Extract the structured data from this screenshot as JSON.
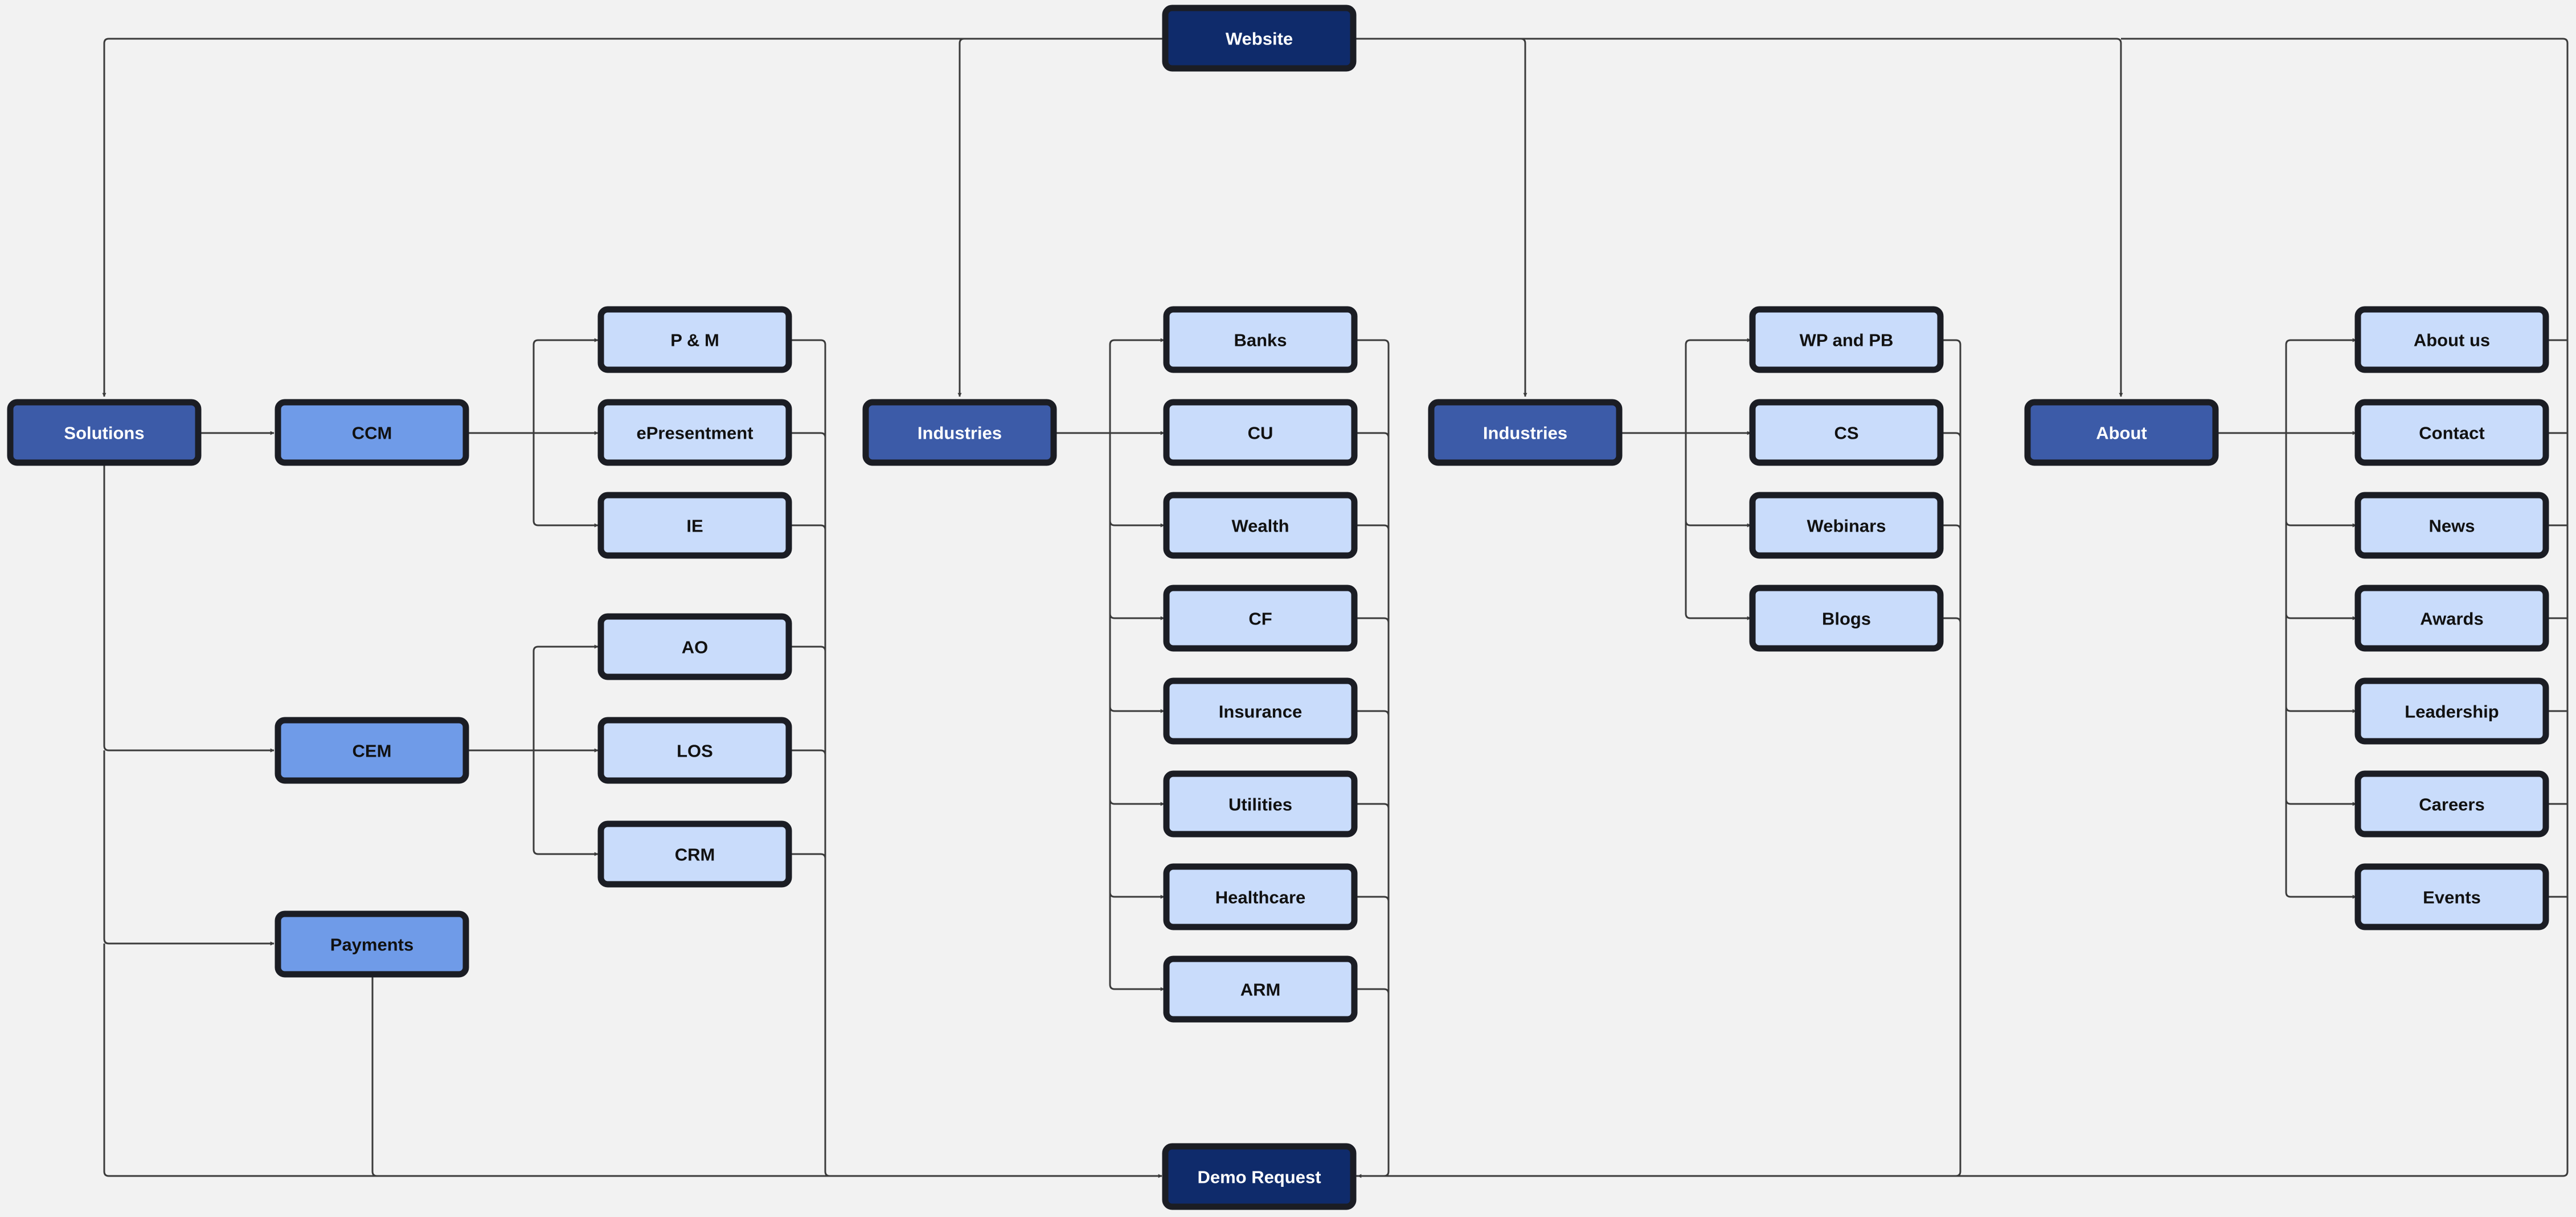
{
  "colors": {
    "background": "#f2f2f2",
    "root": "#0f2b6b",
    "category": "#3c5ba8",
    "subcategory": "#6f9be8",
    "leaf": "#c9dcfb",
    "border": "#1b1d24",
    "connector": "#3b3b3b",
    "text_dark": "#111111",
    "text_light": "#ffffff"
  },
  "nodes": {
    "website": {
      "label": "Website",
      "level": "root"
    },
    "demo_request": {
      "label": "Demo Request",
      "level": "root"
    },
    "solutions": {
      "label": "Solutions",
      "level": "category"
    },
    "industries_1": {
      "label": "Industries",
      "level": "category"
    },
    "industries_2": {
      "label": "Industries",
      "level": "category"
    },
    "about": {
      "label": "About",
      "level": "category"
    },
    "ccm": {
      "label": "CCM",
      "level": "subcategory"
    },
    "cem": {
      "label": "CEM",
      "level": "subcategory"
    },
    "payments": {
      "label": "Payments",
      "level": "subcategory"
    },
    "pm": {
      "label": "P & M",
      "level": "leaf"
    },
    "epresentment": {
      "label": "ePresentment",
      "level": "leaf"
    },
    "ie": {
      "label": "IE",
      "level": "leaf"
    },
    "ao": {
      "label": "AO",
      "level": "leaf"
    },
    "los": {
      "label": "LOS",
      "level": "leaf"
    },
    "crm": {
      "label": "CRM",
      "level": "leaf"
    },
    "banks": {
      "label": "Banks",
      "level": "leaf"
    },
    "cu": {
      "label": "CU",
      "level": "leaf"
    },
    "wealth": {
      "label": "Wealth",
      "level": "leaf"
    },
    "cf": {
      "label": "CF",
      "level": "leaf"
    },
    "insurance": {
      "label": "Insurance",
      "level": "leaf"
    },
    "utilities": {
      "label": "Utilities",
      "level": "leaf"
    },
    "healthcare": {
      "label": "Healthcare",
      "level": "leaf"
    },
    "arm": {
      "label": "ARM",
      "level": "leaf"
    },
    "wp_and_pb": {
      "label": "WP and PB",
      "level": "leaf"
    },
    "cs": {
      "label": "CS",
      "level": "leaf"
    },
    "webinars": {
      "label": "Webinars",
      "level": "leaf"
    },
    "blogs": {
      "label": "Blogs",
      "level": "leaf"
    },
    "about_us": {
      "label": "About us",
      "level": "leaf"
    },
    "contact": {
      "label": "Contact",
      "level": "leaf"
    },
    "news": {
      "label": "News",
      "level": "leaf"
    },
    "awards": {
      "label": "Awards",
      "level": "leaf"
    },
    "leadership": {
      "label": "Leadership",
      "level": "leaf"
    },
    "careers": {
      "label": "Careers",
      "level": "leaf"
    },
    "events": {
      "label": "Events",
      "level": "leaf"
    }
  },
  "edges": [
    [
      "website",
      "solutions"
    ],
    [
      "website",
      "industries_1"
    ],
    [
      "website",
      "industries_2"
    ],
    [
      "website",
      "about"
    ],
    [
      "solutions",
      "ccm"
    ],
    [
      "solutions",
      "cem"
    ],
    [
      "solutions",
      "payments"
    ],
    [
      "ccm",
      "pm"
    ],
    [
      "ccm",
      "epresentment"
    ],
    [
      "ccm",
      "ie"
    ],
    [
      "cem",
      "ao"
    ],
    [
      "cem",
      "los"
    ],
    [
      "cem",
      "crm"
    ],
    [
      "industries_1",
      "banks"
    ],
    [
      "industries_1",
      "cu"
    ],
    [
      "industries_1",
      "wealth"
    ],
    [
      "industries_1",
      "cf"
    ],
    [
      "industries_1",
      "insurance"
    ],
    [
      "industries_1",
      "utilities"
    ],
    [
      "industries_1",
      "healthcare"
    ],
    [
      "industries_1",
      "arm"
    ],
    [
      "industries_2",
      "wp_and_pb"
    ],
    [
      "industries_2",
      "cs"
    ],
    [
      "industries_2",
      "webinars"
    ],
    [
      "industries_2",
      "blogs"
    ],
    [
      "about",
      "about_us"
    ],
    [
      "about",
      "contact"
    ],
    [
      "about",
      "news"
    ],
    [
      "about",
      "awards"
    ],
    [
      "about",
      "leadership"
    ],
    [
      "about",
      "careers"
    ],
    [
      "about",
      "events"
    ],
    [
      "solutions",
      "demo_request"
    ],
    [
      "payments",
      "demo_request"
    ],
    [
      "pm",
      "demo_request"
    ],
    [
      "banks",
      "demo_request"
    ],
    [
      "wp_and_pb",
      "demo_request"
    ],
    [
      "about_us",
      "demo_request"
    ]
  ]
}
